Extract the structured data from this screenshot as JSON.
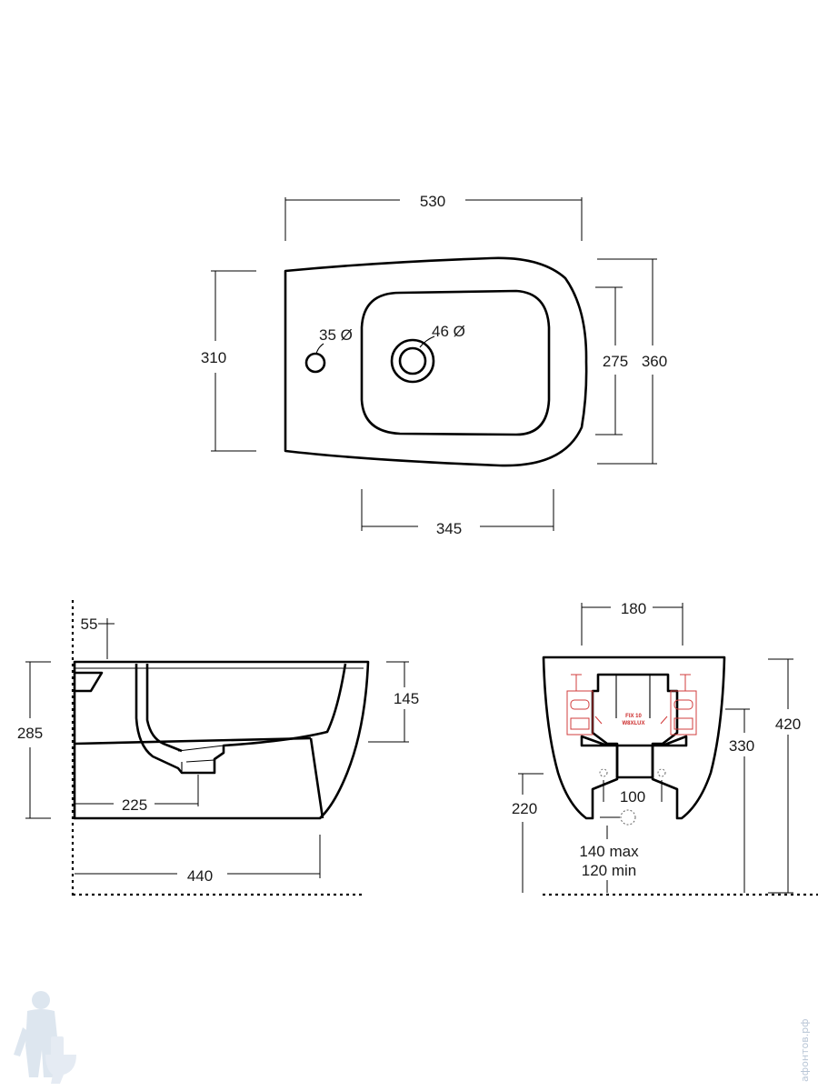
{
  "top_view": {
    "width": "530",
    "depth_left": "310",
    "depth_right": "360",
    "bowl_depth": "275",
    "bowl_width": "345",
    "tap_hole": "35 Ø",
    "drain_hole": "46 Ø"
  },
  "side_view": {
    "offset": "55",
    "height": "285",
    "bowl_height": "145",
    "drain_distance": "225",
    "length": "440"
  },
  "rear_view": {
    "bracket_spacing": "180",
    "total_height": "420",
    "bracket_height": "330",
    "supply_height": "220",
    "pipe_spacing": "100",
    "drain_max": "140 max",
    "drain_min": "120 min",
    "bracket_label_1": "FIX 10",
    "bracket_label_2": "W8XLUX"
  },
  "watermark": {
    "site": "афонтов.рф"
  }
}
